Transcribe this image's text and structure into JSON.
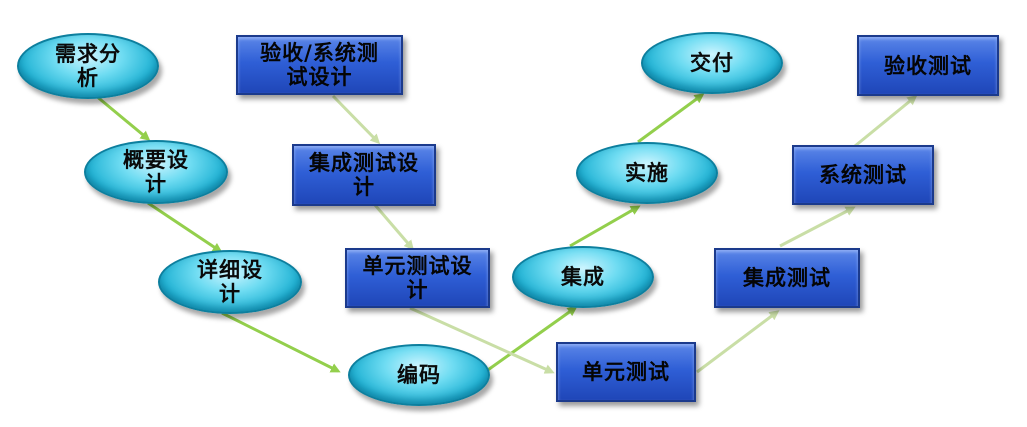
{
  "left_flow": {
    "requirements": "需求分析",
    "outline_design": "概要设计",
    "detailed_design": "详细设计",
    "coding": "编码",
    "integration": "集成",
    "implementation": "实施",
    "delivery": "交付"
  },
  "right_flow": {
    "acceptance_system_test_design": "验收/系统测试设计",
    "integration_test_design": "集成测试设计",
    "unit_test_design": "单元测试设计",
    "unit_test": "单元测试",
    "integration_test": "集成测试",
    "system_test": "系统测试",
    "acceptance_test": "验收测试"
  },
  "colors": {
    "ellipse_arrow": "#93cf4c",
    "rect_arrow": "#c9dea6"
  }
}
